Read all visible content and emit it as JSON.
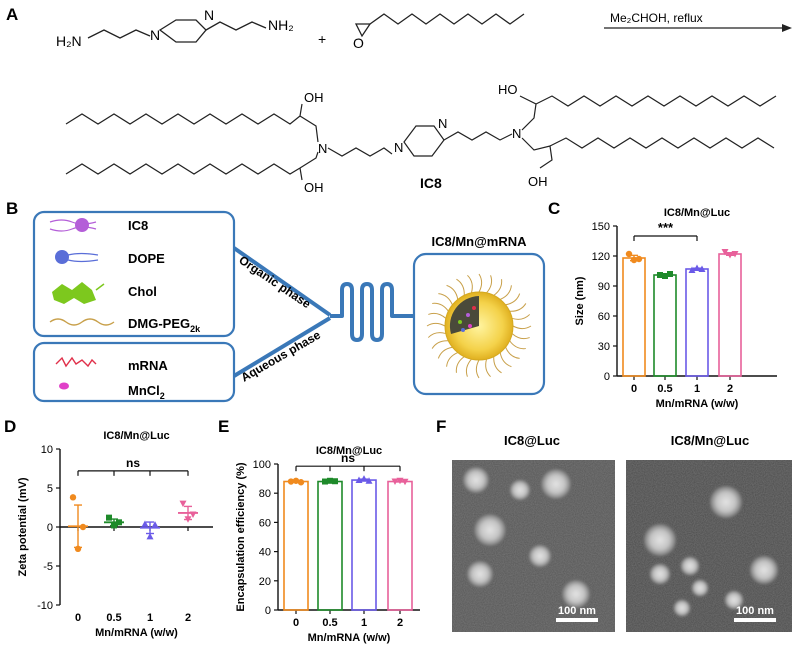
{
  "panels": {
    "a": "A",
    "b": "B",
    "c": "C",
    "d": "D",
    "e": "E",
    "f": "F"
  },
  "reaction": {
    "amine_left": "H₂N",
    "amine_right": "NH₂",
    "n": "N",
    "plus": "+",
    "epoxide_o": "O",
    "conditions": "Me₂CHOH, reflux",
    "oh": "OH",
    "ho": "HO",
    "product": "IC8"
  },
  "schematic": {
    "components": [
      {
        "label": "IC8",
        "color": "#b45ed8"
      },
      {
        "label": "DOPE",
        "color": "#5a6ed8"
      },
      {
        "label": "Chol",
        "color": "#7dc81e"
      },
      {
        "label": "DMG-PEG",
        "sub": "2k",
        "color": "#c8a04a"
      }
    ],
    "aqueous": [
      {
        "label": "mRNA",
        "color": "#e0304a"
      },
      {
        "label": "MnCl",
        "sub": "2",
        "color": "#e040c8"
      }
    ],
    "organic_phase": "Organic phase",
    "aqueous_phase": "Aqueous phase",
    "product_title": "IC8/Mn@mRNA",
    "box_color": "#3a78b8"
  },
  "series_colors": [
    "#f08a1e",
    "#1e8a2a",
    "#6a5ae8",
    "#e8609a"
  ],
  "chart_data": [
    {
      "id": "C",
      "type": "bar",
      "title": "IC8/Mn@Luc",
      "categories": [
        "0",
        "0.5",
        "1",
        "2"
      ],
      "values": [
        118,
        101,
        107,
        122
      ],
      "points": [
        [
          122,
          116,
          117
        ],
        [
          101,
          100,
          102
        ],
        [
          106,
          108,
          107
        ],
        [
          124,
          121,
          122
        ]
      ],
      "xlabel": "Mn/mRNA (w/w)",
      "ylabel": "Size (nm)",
      "ylim": [
        0,
        150
      ],
      "yticks": [
        0,
        30,
        60,
        90,
        120,
        150
      ],
      "annotation": "***"
    },
    {
      "id": "D",
      "type": "scatter",
      "title": "IC8/Mn@Luc",
      "categories": [
        "0",
        "0.5",
        "1",
        "2"
      ],
      "values": [
        0.1,
        0.6,
        -0.1,
        1.8
      ],
      "points": [
        [
          3.8,
          -2.8,
          0.0
        ],
        [
          1.2,
          0.2,
          0.6
        ],
        [
          0.4,
          -1.2,
          0.3
        ],
        [
          3.0,
          1.0,
          1.6
        ]
      ],
      "xlabel": "Mn/mRNA (w/w)",
      "ylabel": "Zeta potential (mV)",
      "ylim": [
        -10,
        10
      ],
      "yticks": [
        -10,
        -5,
        0,
        5,
        10
      ],
      "annotation": "ns"
    },
    {
      "id": "E",
      "type": "bar",
      "title": "IC8/Mn@Luc",
      "categories": [
        "0",
        "0.5",
        "1",
        "2"
      ],
      "values": [
        88,
        88,
        89,
        88
      ],
      "points": [
        [
          88,
          88.5,
          87.5
        ],
        [
          88,
          88.5,
          88.2
        ],
        [
          89,
          90,
          88.5
        ],
        [
          88,
          88.5,
          87.8
        ]
      ],
      "xlabel": "Mn/mRNA (w/w)",
      "ylabel": "Encapsulation efficiency (%)",
      "ylim": [
        0,
        100
      ],
      "yticks": [
        0,
        20,
        40,
        60,
        80,
        100
      ],
      "annotation": "ns"
    }
  ],
  "tem": {
    "left_title": "IC8@Luc",
    "right_title": "IC8/Mn@Luc",
    "scale_left": "100 nm",
    "scale_right": "100 nm"
  }
}
